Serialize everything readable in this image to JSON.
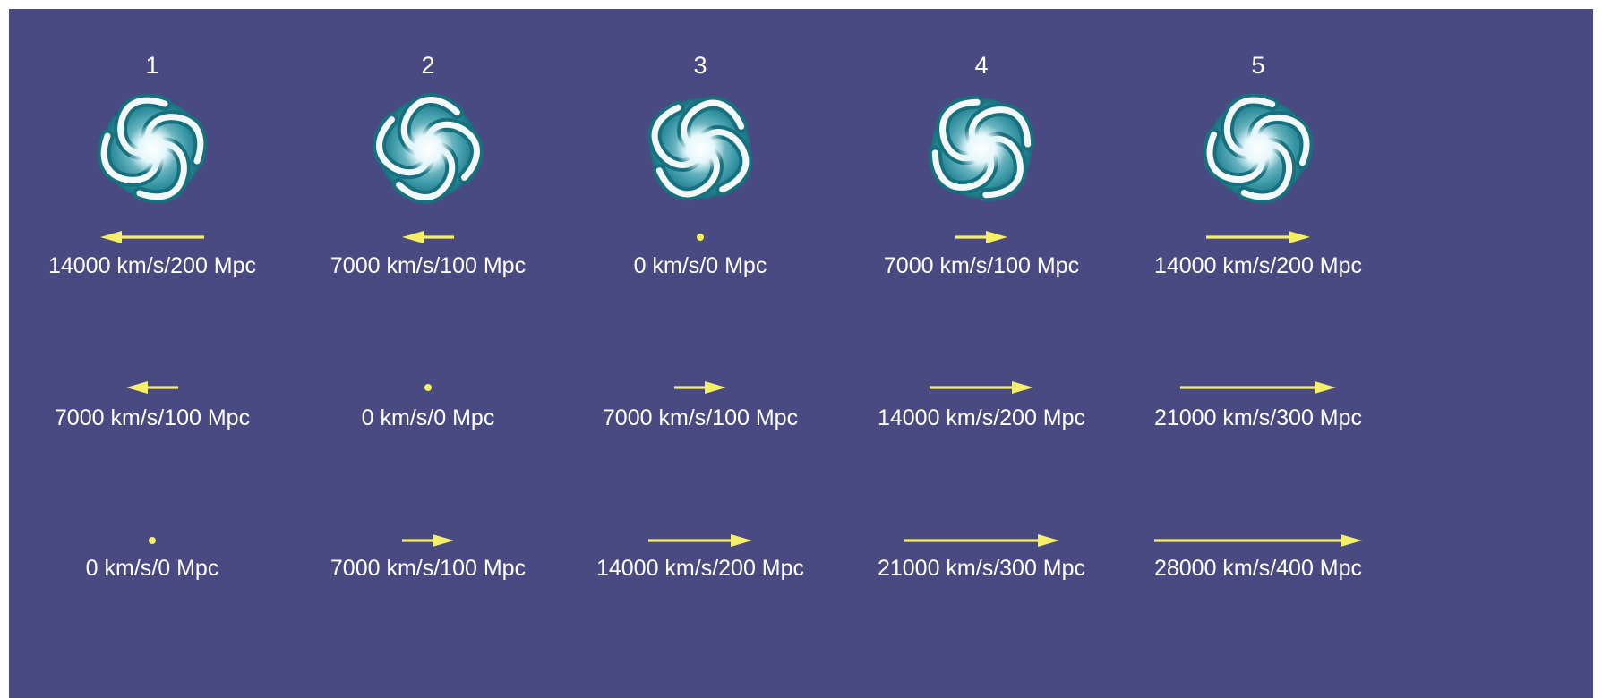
{
  "colors": {
    "background": "#4a4a82",
    "arrow": "#f5ef68",
    "text": "#ffffff",
    "galaxy_dark": "#16707e",
    "galaxy_light": "#ffffff"
  },
  "galaxy_icon": "spiral-galaxy-icon",
  "galaxies": [
    {
      "number": "1"
    },
    {
      "number": "2"
    },
    {
      "number": "3"
    },
    {
      "number": "4"
    },
    {
      "number": "5"
    }
  ],
  "rows": [
    {
      "observer": "3",
      "cells": [
        {
          "velocity": -14000,
          "distance": 200,
          "label": "14000 km/s/200 Mpc"
        },
        {
          "velocity": -7000,
          "distance": 100,
          "label": "7000 km/s/100 Mpc"
        },
        {
          "velocity": 0,
          "distance": 0,
          "label": "0 km/s/0 Mpc"
        },
        {
          "velocity": 7000,
          "distance": 100,
          "label": "7000 km/s/100 Mpc"
        },
        {
          "velocity": 14000,
          "distance": 200,
          "label": "14000 km/s/200 Mpc"
        }
      ]
    },
    {
      "observer": "2",
      "cells": [
        {
          "velocity": -7000,
          "distance": 100,
          "label": "7000 km/s/100 Mpc"
        },
        {
          "velocity": 0,
          "distance": 0,
          "label": "0 km/s/0 Mpc"
        },
        {
          "velocity": 7000,
          "distance": 100,
          "label": "7000 km/s/100 Mpc"
        },
        {
          "velocity": 14000,
          "distance": 200,
          "label": "14000 km/s/200 Mpc"
        },
        {
          "velocity": 21000,
          "distance": 300,
          "label": "21000 km/s/300 Mpc"
        }
      ]
    },
    {
      "observer": "1",
      "cells": [
        {
          "velocity": 0,
          "distance": 0,
          "label": "0 km/s/0 Mpc"
        },
        {
          "velocity": 7000,
          "distance": 100,
          "label": "7000 km/s/100 Mpc"
        },
        {
          "velocity": 14000,
          "distance": 200,
          "label": "14000 km/s/200 Mpc"
        },
        {
          "velocity": 21000,
          "distance": 300,
          "label": "21000 km/s/300 Mpc"
        },
        {
          "velocity": 28000,
          "distance": 400,
          "label": "28000 km/s/400 Mpc"
        }
      ]
    }
  ]
}
